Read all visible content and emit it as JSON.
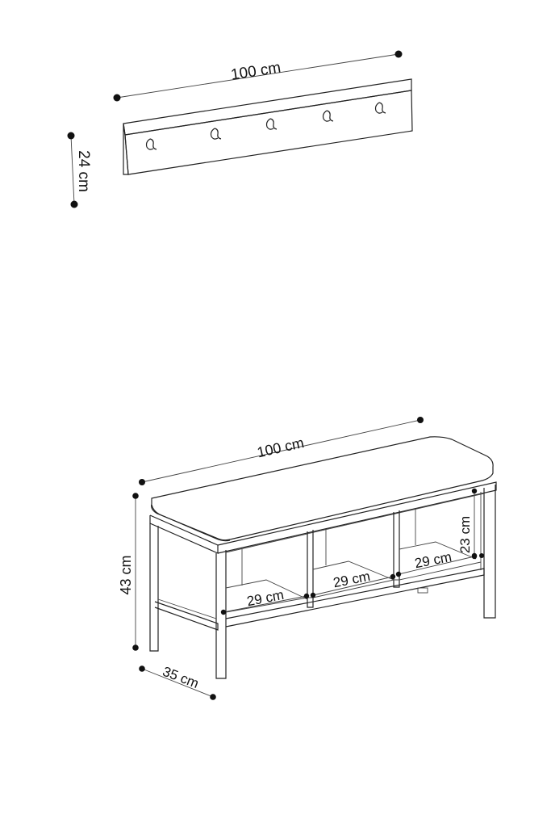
{
  "coat_rack": {
    "width_label": "100 cm",
    "height_label": "24 cm",
    "hook_count": 5
  },
  "bench": {
    "width_label": "100 cm",
    "height_label": "43 cm",
    "depth_label": "35 cm",
    "compartment_width_left": "29 cm",
    "compartment_width_middle": "29 cm",
    "compartment_width_right": "29 cm",
    "compartment_height": "23 cm"
  },
  "colors": {
    "line": "#222222",
    "background": "#ffffff"
  }
}
